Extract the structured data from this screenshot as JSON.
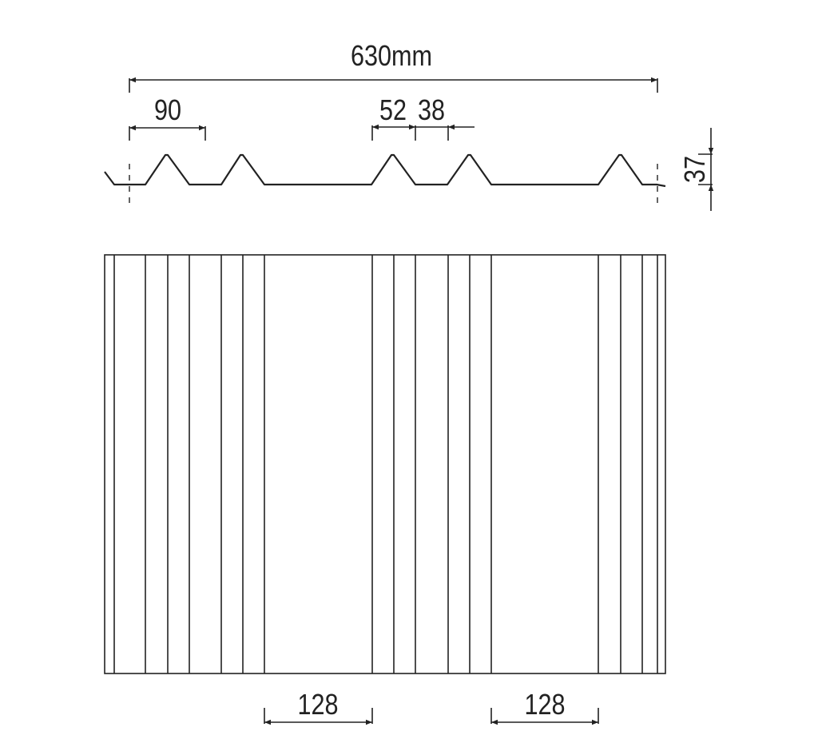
{
  "drawing": {
    "overall_width_label": "630mm",
    "pitch_label": "90",
    "crest_width_label": "52",
    "valley_width_label": "38",
    "height_label": "37",
    "pan_width_left_label": "128",
    "pan_width_right_label": "128",
    "colors": {
      "line": "#222222",
      "background": "#ffffff"
    }
  }
}
